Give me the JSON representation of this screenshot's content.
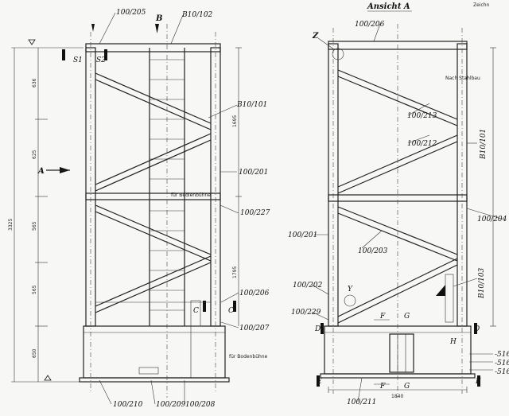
{
  "view_title": "Ansicht A",
  "corner_text": "Zeichn",
  "left_labels": {
    "top_a": "100/205",
    "top_b": "B10/102",
    "arrow_B": "B",
    "b10_101": "B10/101",
    "p201": "100/201",
    "p227": "100/227",
    "p206": "100/206",
    "p207": "100/207",
    "p210": "100/210",
    "p209": "100/209",
    "p208": "100/208",
    "arrow_A": "A",
    "s1": "S1",
    "s2": "S2",
    "c_left": "C",
    "c_right": "C"
  },
  "left_dims": {
    "total": "3325",
    "d1": "636",
    "d2": "625",
    "d3": "565",
    "d4": "565",
    "d5": "650",
    "right_total": "1695",
    "right_mid": "1795"
  },
  "right_labels": {
    "z": "Z",
    "p206_top": "100/206",
    "p213": "100/213",
    "p212": "100/212",
    "b10_101": "B10/101",
    "p204": "100/204",
    "p201": "100/201",
    "p203": "100/203",
    "p202": "100/202",
    "p229": "100/229",
    "b10_103": "B10/103",
    "p211": "100/211",
    "y": "Y",
    "d_left": "D",
    "d_right": "D",
    "e_left": "E",
    "e_right": "E",
    "f_left": "F",
    "f_right": "F",
    "g_top": "G",
    "g_bot": "G",
    "h": "H",
    "s516a": "-516",
    "s516b": "-516",
    "s516c": "-516",
    "dim_bottom": "1840"
  },
  "notes": {
    "note_left_mid": "für Bedienbühne",
    "note_left_low": "für Bodenbühne",
    "note_right": "Nach Stahlbau"
  }
}
